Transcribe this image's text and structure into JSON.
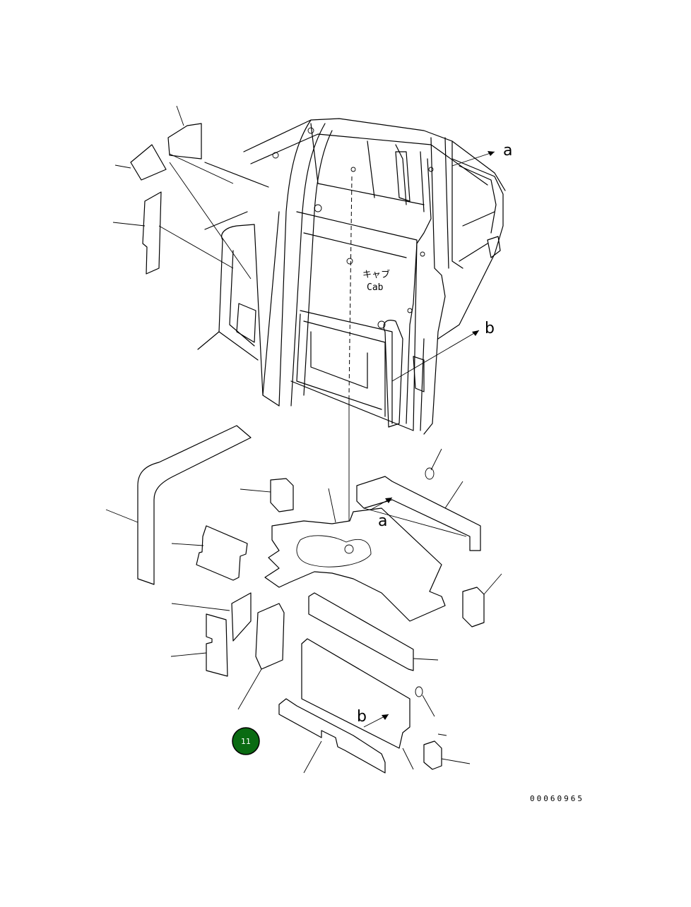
{
  "diagram": {
    "cab_label_jp": "キャブ",
    "cab_label_en": "Cab",
    "arrow_labels": {
      "a_top": "a",
      "b_top": "b",
      "a_bottom": "a",
      "b_bottom": "b"
    },
    "callout": {
      "number": "11",
      "color": "#0a6b12"
    },
    "reference_code": "00060965"
  }
}
